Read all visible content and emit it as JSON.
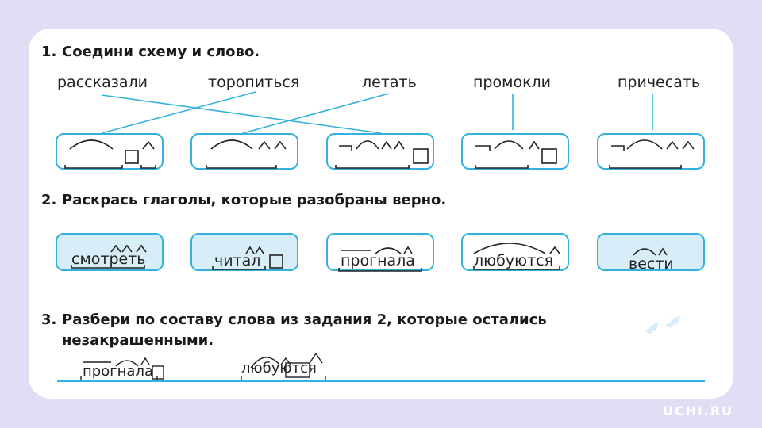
{
  "task1": {
    "number": "1.",
    "text": "Соедини схему и слово."
  },
  "words": [
    "рассказали",
    "торопиться",
    "летать",
    "промокли",
    "причесать"
  ],
  "task2": {
    "number": "2.",
    "text": "Раскрась глаголы, которые разобраны верно."
  },
  "task2_words": [
    "смотреть",
    "читал",
    "прогнала",
    "любуются",
    "вести"
  ],
  "task3": {
    "number": "3.",
    "line1": "Разбери по составу слова из задания 2, которые остались",
    "line2": "незакрашенными."
  },
  "task3_words": [
    "прогнала",
    "любуются"
  ],
  "logo": "UCHi.RU",
  "colors": {
    "accent": "#34b1dd",
    "fill": "#d7eef9",
    "background": "#e2dcf5"
  }
}
